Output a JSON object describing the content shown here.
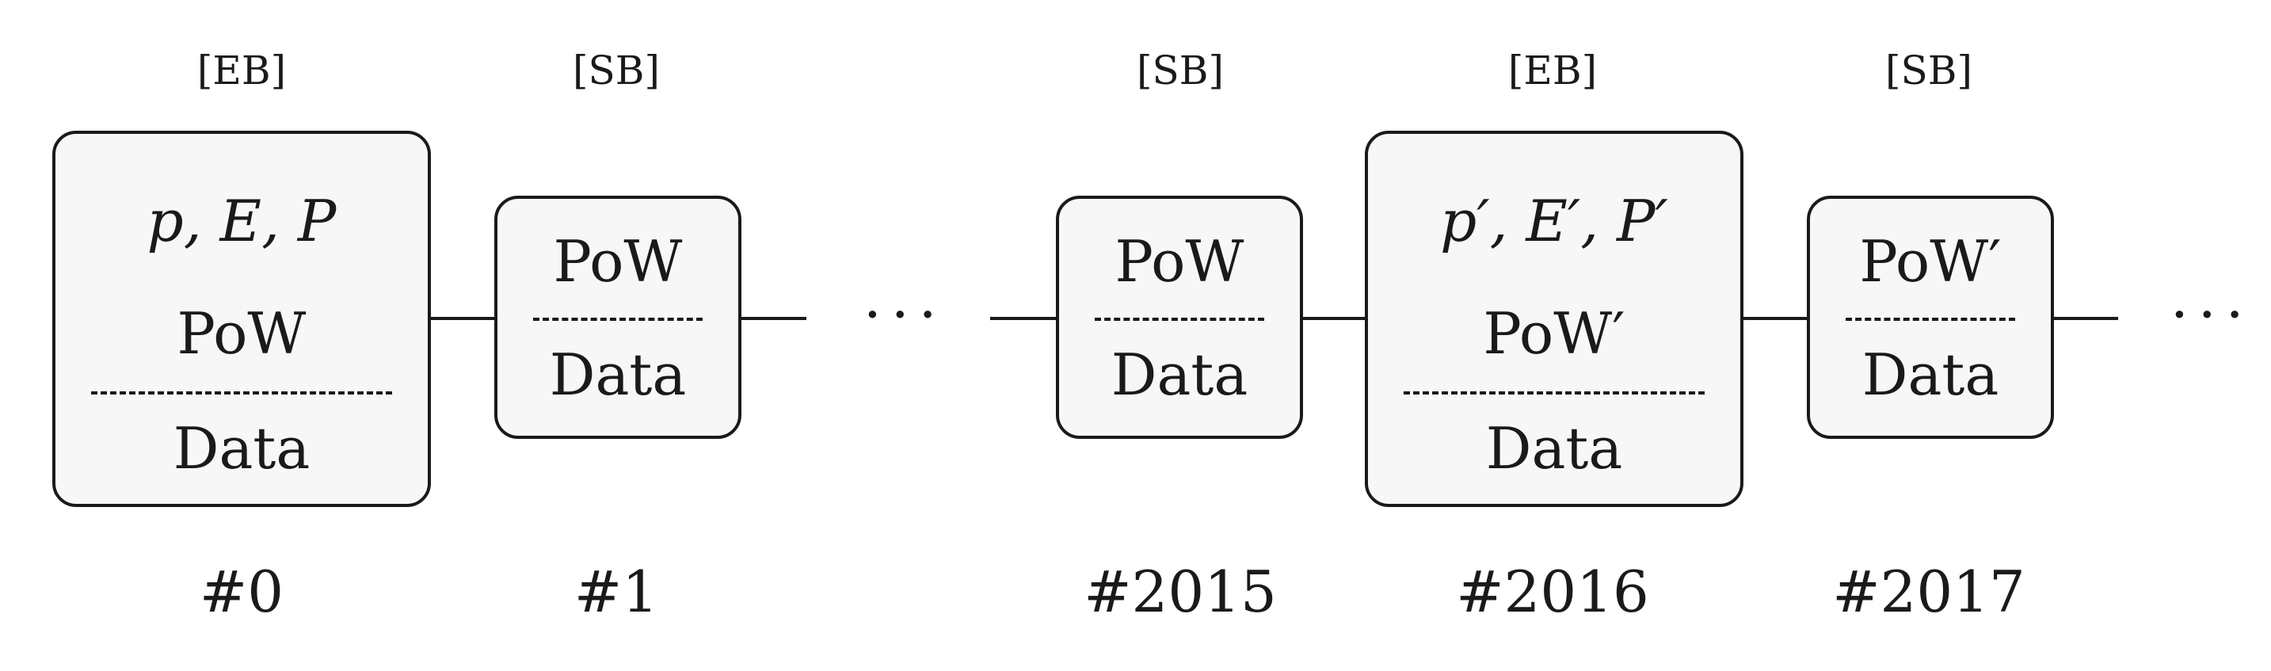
{
  "blocks": [
    {
      "tag": "[EB]",
      "params": "p, E, P",
      "pow": "PoW",
      "data": "Data",
      "num": "#0"
    },
    {
      "tag": "[SB]",
      "pow": "PoW",
      "data": "Data",
      "num": "#1"
    },
    {
      "tag": "[SB]",
      "pow": "PoW",
      "data": "Data",
      "num": "#2015"
    },
    {
      "tag": "[EB]",
      "params": "p′, E′, P′",
      "pow": "PoW′",
      "data": "Data",
      "num": "#2016"
    },
    {
      "tag": "[SB]",
      "pow": "PoW′",
      "data": "Data",
      "num": "#2017"
    }
  ],
  "ellipsis": "···"
}
